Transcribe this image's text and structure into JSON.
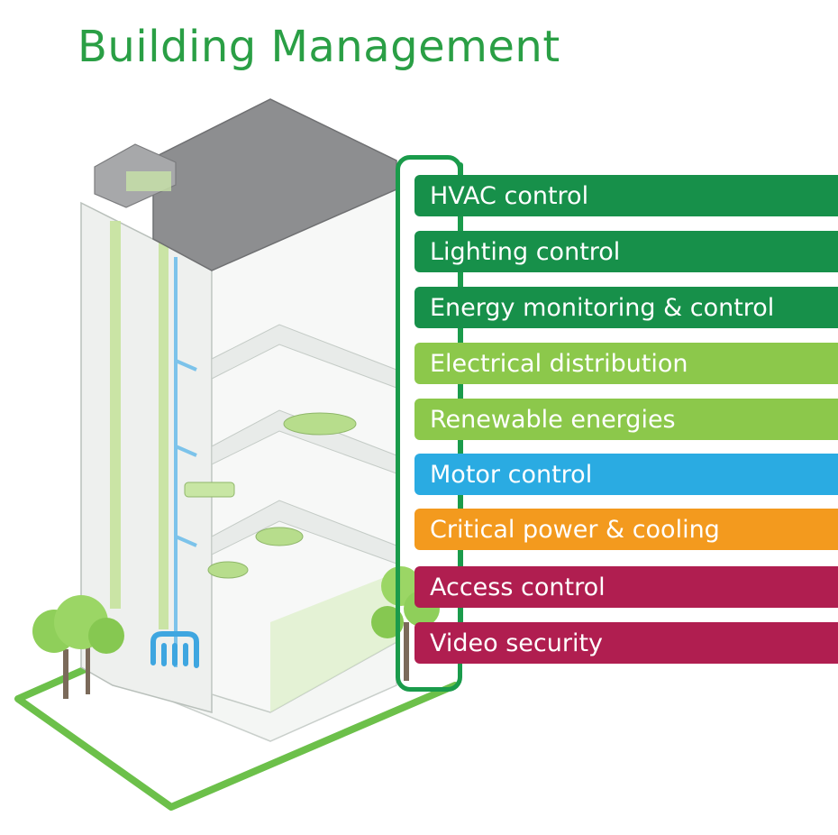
{
  "title": "Building Management",
  "colors": {
    "title": "#2a9f45",
    "bracket": "#1a9b4b",
    "dark_green": "#17904a",
    "light_green": "#8cc84b",
    "blue": "#2aabe2",
    "orange": "#f39a1e",
    "crimson": "#b01e50"
  },
  "systems": [
    {
      "label": "HVAC control",
      "color": "#17904a"
    },
    {
      "label": "Lighting control",
      "color": "#17904a"
    },
    {
      "label": "Energy monitoring & control",
      "color": "#17904a"
    },
    {
      "label": "Electrical distribution",
      "color": "#8cc84b"
    },
    {
      "label": "Renewable energies",
      "color": "#8cc84b"
    },
    {
      "label": "Motor control",
      "color": "#2aabe2"
    },
    {
      "label": "Critical power & cooling",
      "color": "#f39a1e"
    },
    {
      "label": "Access control",
      "color": "#b01e50"
    },
    {
      "label": "Video security",
      "color": "#b01e50"
    }
  ]
}
